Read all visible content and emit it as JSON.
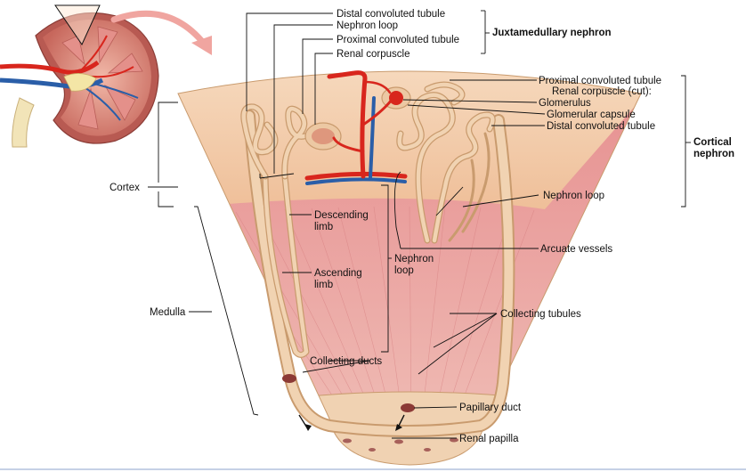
{
  "labels": {
    "distal_convoluted_tubule_top": "Distal convoluted tubule",
    "nephron_loop_top": "Nephron loop",
    "proximal_convoluted_tubule_top": "Proximal convoluted tubule",
    "renal_corpuscle_top": "Renal corpuscle",
    "juxtamedullary_nephron": "Juxtamedullary nephron",
    "proximal_convoluted_tubule_right": "Proximal convoluted tubule",
    "renal_corpuscle_cut": "Renal corpuscle (cut):",
    "glomerulus": "Glomerulus",
    "glomerular_capsule": "Glomerular capsule",
    "distal_convoluted_tubule_right": "Distal convoluted tubule",
    "cortical_nephron_line1": "Cortical",
    "cortical_nephron_line2": "nephron",
    "cortex": "Cortex",
    "descending_limb_line1": "Descending",
    "descending_limb_line2": "limb",
    "nephron_loop_right": "Nephron loop",
    "arcuate_vessels": "Arcuate vessels",
    "nephron_loop_mid_line1": "Nephron",
    "nephron_loop_mid_line2": "loop",
    "ascending_limb_line1": "Ascending",
    "ascending_limb_line2": "limb",
    "medulla": "Medulla",
    "collecting_tubules": "Collecting tubules",
    "collecting_ducts": "Collecting ducts",
    "papillary_duct": "Papillary duct",
    "renal_papilla": "Renal papilla"
  },
  "colors": {
    "cortex": "#f2c9a4",
    "medulla": "#e59b98",
    "tubule": "#ecc8a3",
    "tubule_outline": "#c99b6e",
    "artery": "#d8261d",
    "vein": "#2a5ea8",
    "papilla": "#f0d2b2"
  }
}
